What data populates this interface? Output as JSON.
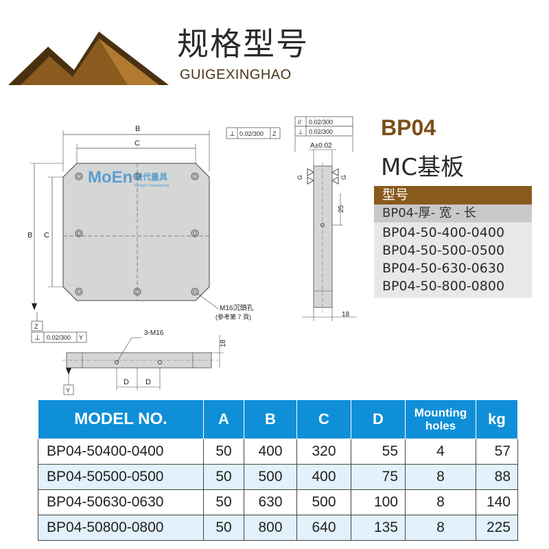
{
  "header": {
    "title": "规格型号",
    "subtitle": "GUIGEXINGHAO",
    "logo_icon": "mountain-logo-icon",
    "logo_colors": {
      "dark": "#5a3a12",
      "light": "#9a6a28"
    }
  },
  "product": {
    "code": "BP04",
    "name": "MC基板"
  },
  "model_box": {
    "header": "型号",
    "format": "BP04-厚-  宽  -  长",
    "models": [
      "BP04-50-400-0400",
      "BP04-50-500-0500",
      "BP04-50-630-0630",
      "BP04-50-800-0800"
    ],
    "header_color": "#8a5a1c"
  },
  "drawing": {
    "dim_B": "B",
    "dim_C": "C",
    "dim_D": "D",
    "dim_A": "A±0.02",
    "tol_main": "0.02/300",
    "tol_parallel": "0.02/300",
    "tol_perp": "0.02/300",
    "datum_Z": "Z",
    "datum_Y": "Y",
    "datum_G": "G",
    "dim_25": "25",
    "dim_18": "18",
    "hole_note_1": "M16沉頭孔",
    "hole_note_2": "(参考第 7 頁)",
    "thread_note": "3-M16",
    "watermark_brand": "MoEn",
    "watermark_cn": "现代量具",
    "watermark_en": "Modern measuring"
  },
  "table": {
    "headers": [
      "MODEL NO.",
      "A",
      "B",
      "C",
      "D",
      "Mounting holes",
      "kg"
    ],
    "rows": [
      [
        "BP04-50400-0400",
        "50",
        "400",
        "320",
        "55",
        "4",
        "57"
      ],
      [
        "BP04-50500-0500",
        "50",
        "500",
        "400",
        "75",
        "8",
        "88"
      ],
      [
        "BP04-50630-0630",
        "50",
        "630",
        "500",
        "100",
        "8",
        "140"
      ],
      [
        "BP04-50800-0800",
        "50",
        "800",
        "640",
        "135",
        "8",
        "225"
      ]
    ],
    "header_color": "#0f8fd8",
    "alt_row_color": "#e2f1fb"
  }
}
